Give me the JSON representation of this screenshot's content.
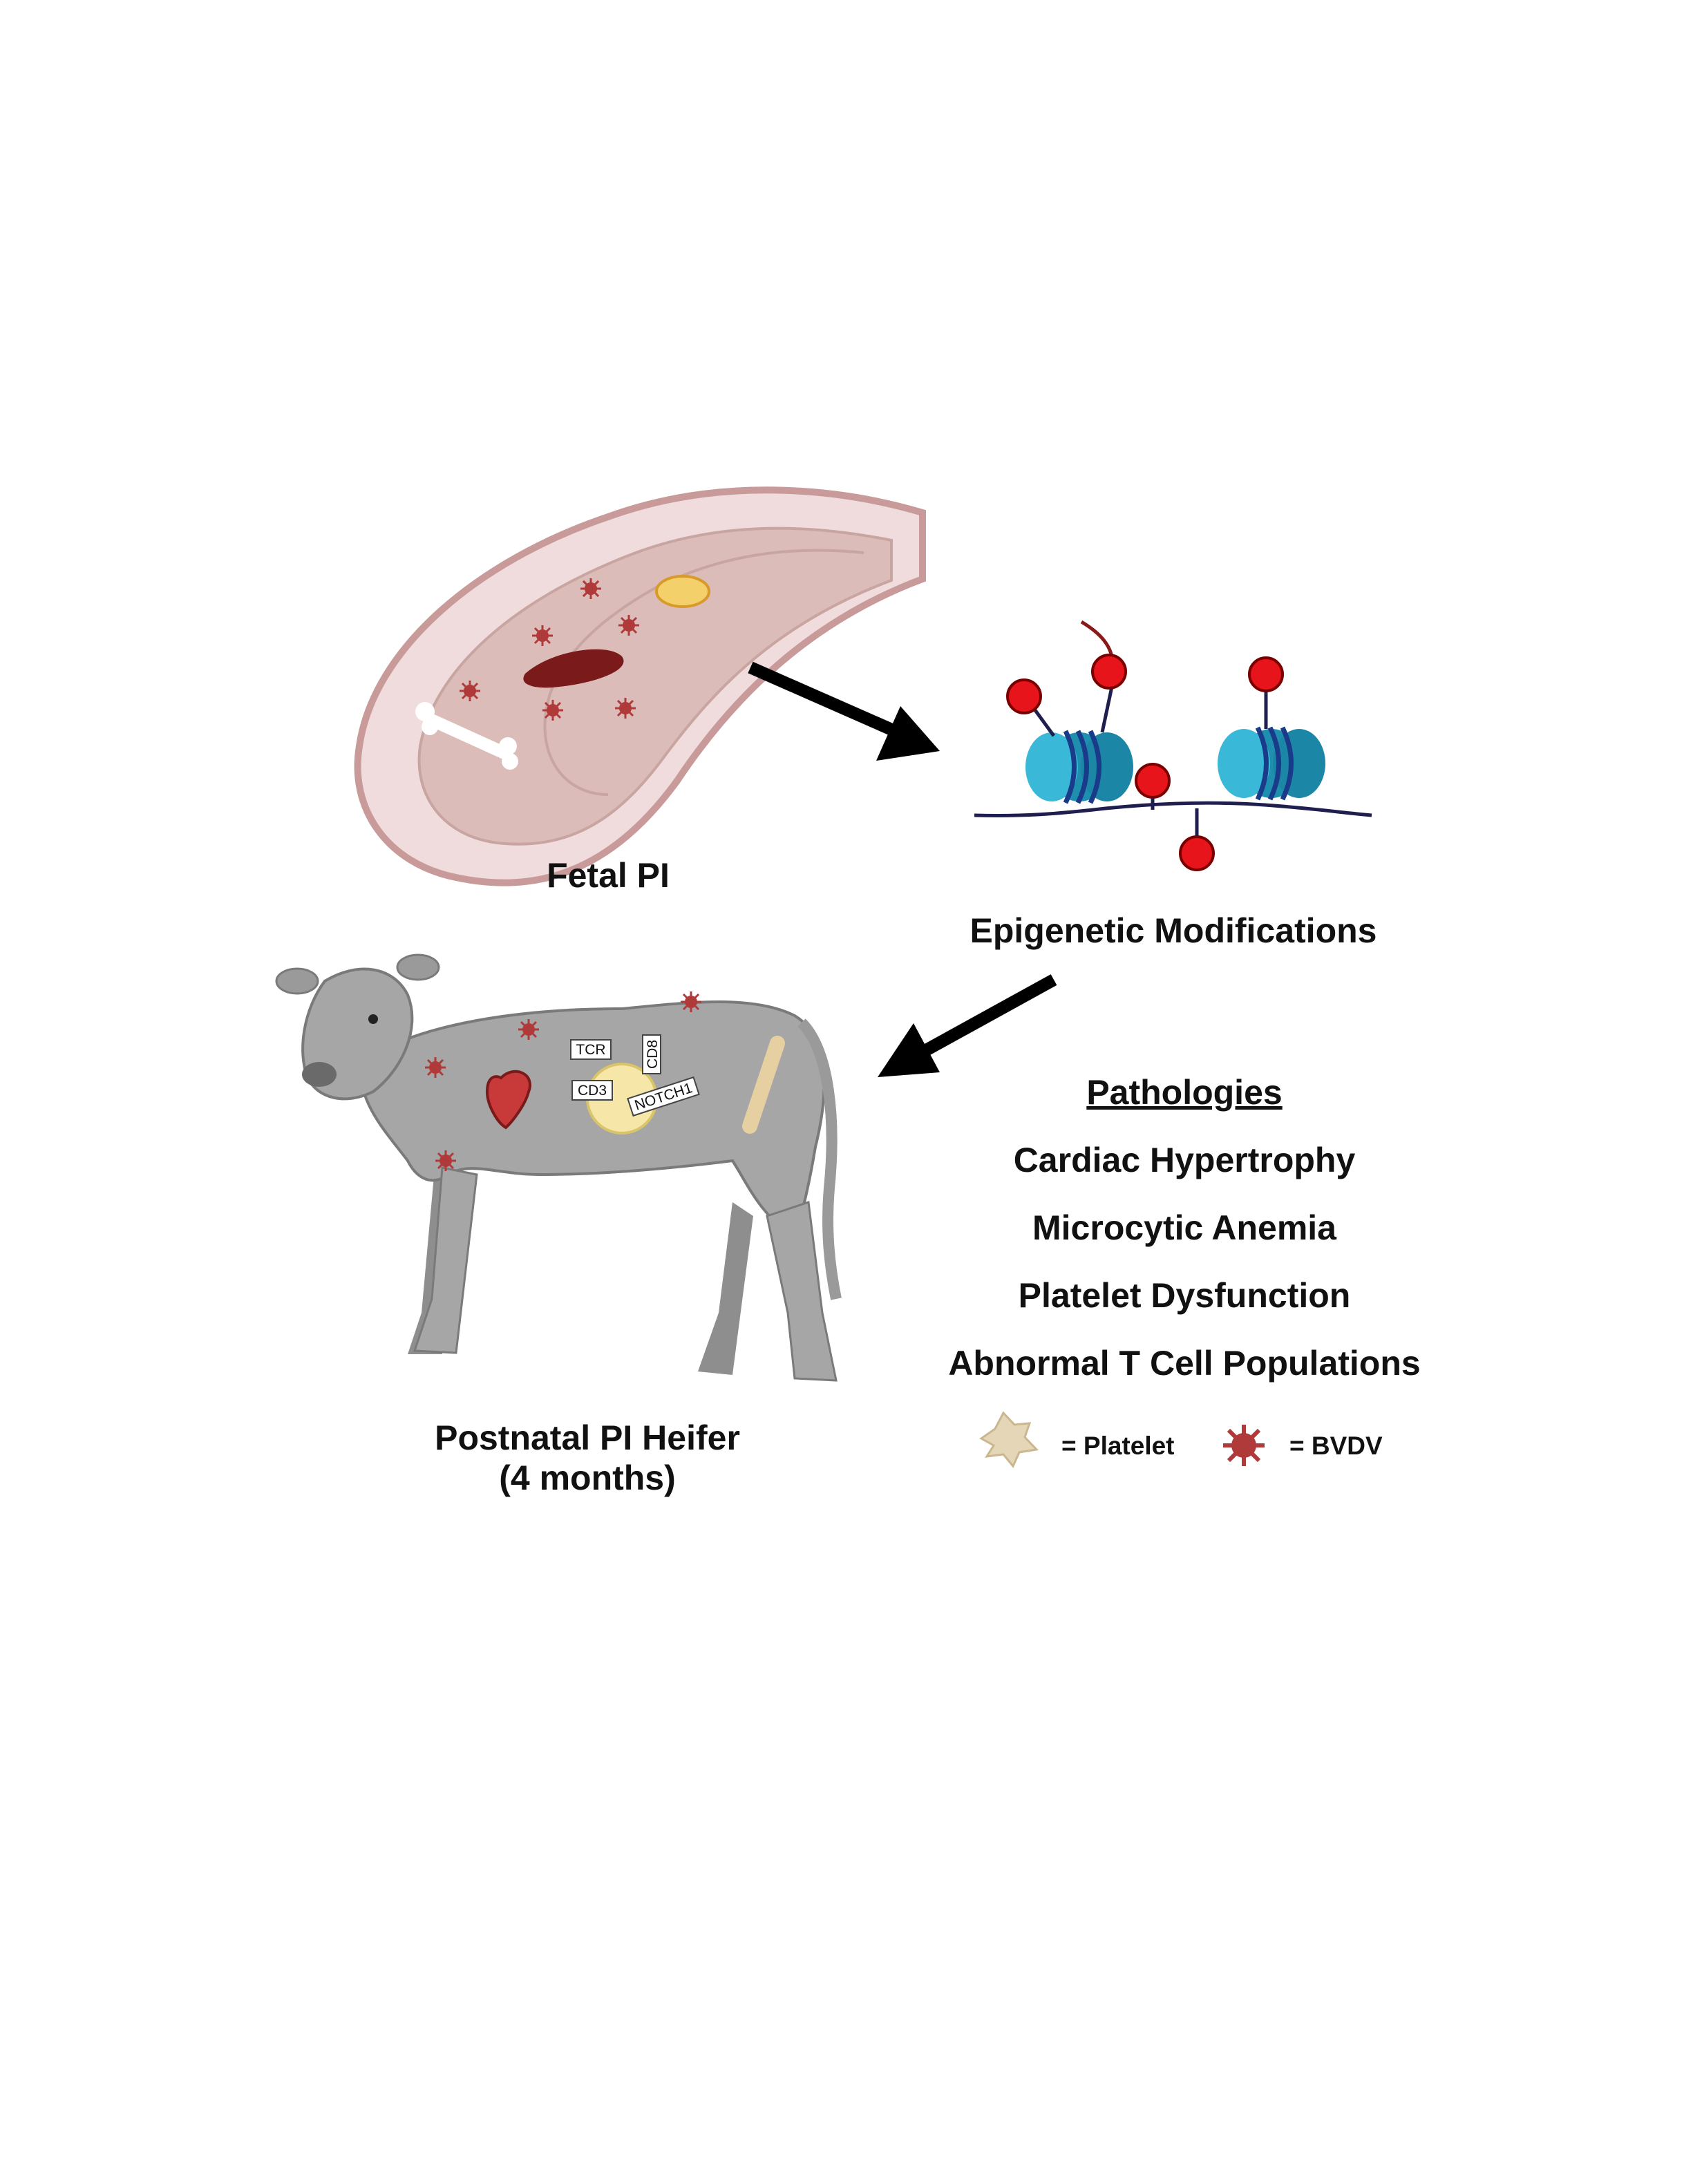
{
  "labels": {
    "fetal": "Fetal PI",
    "epigenetic": "Epigenetic Modifications",
    "postnatal_line1": "Postnatal PI Heifer",
    "postnatal_line2": "(4 months)"
  },
  "pathologies": {
    "heading": "Pathologies",
    "items": [
      "Cardiac Hypertrophy",
      "Microcytic Anemia",
      "Platelet Dysfunction",
      "Abnormal T Cell Populations"
    ]
  },
  "legend": {
    "platelet": "= Platelet",
    "bvdv": "= BVDV"
  },
  "cell_markers": {
    "tcr": "TCR",
    "cd8": "CD8",
    "cd3": "CD3",
    "notch1": "NOTCH1"
  },
  "colors": {
    "uterus": "#c99a9a",
    "fetus": "#dbbcb8",
    "virus": "#b03a3a",
    "methyl": "#e8141c",
    "nucleosome": "#2aa7c8",
    "calf": "#a6a6a6",
    "platelet": "#e6d6b8",
    "arrow": "#000000"
  }
}
